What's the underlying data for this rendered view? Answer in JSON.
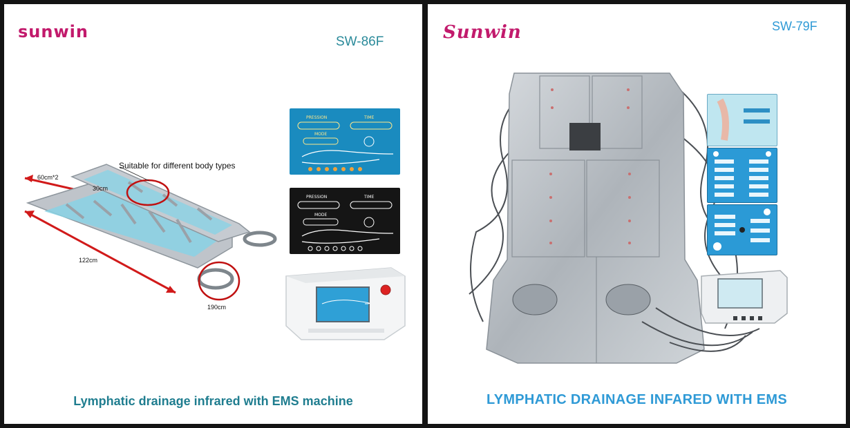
{
  "left": {
    "brand": "sunwin",
    "model": "SW-86F",
    "annotation": "Suitable for different body types",
    "dims": {
      "width": "60cm*2",
      "cuff": "30cm",
      "length": "122cm",
      "waist": "190cm"
    },
    "screen_a": {
      "pression": "PRESSION",
      "time": "TIME",
      "mode": "MODE"
    },
    "screen_b": {
      "pression": "PRESSION",
      "time": "TIME",
      "mode": "MODE"
    },
    "caption": "Lymphatic drainage infrared with EMS machine",
    "colors": {
      "brand": "#c21a6c",
      "model": "#2a8a9a",
      "caption": "#1f7d8f",
      "arrow": "#d11a1a",
      "circle": "#c01010"
    }
  },
  "right": {
    "brand": "Sunwin",
    "model": "SW-79F",
    "caption": "LYMPHATIC DRAINAGE INFARED WITH EMS",
    "colors": {
      "brand": "#c21a6c",
      "model": "#2f9ad6",
      "caption": "#2f9ad6"
    }
  }
}
